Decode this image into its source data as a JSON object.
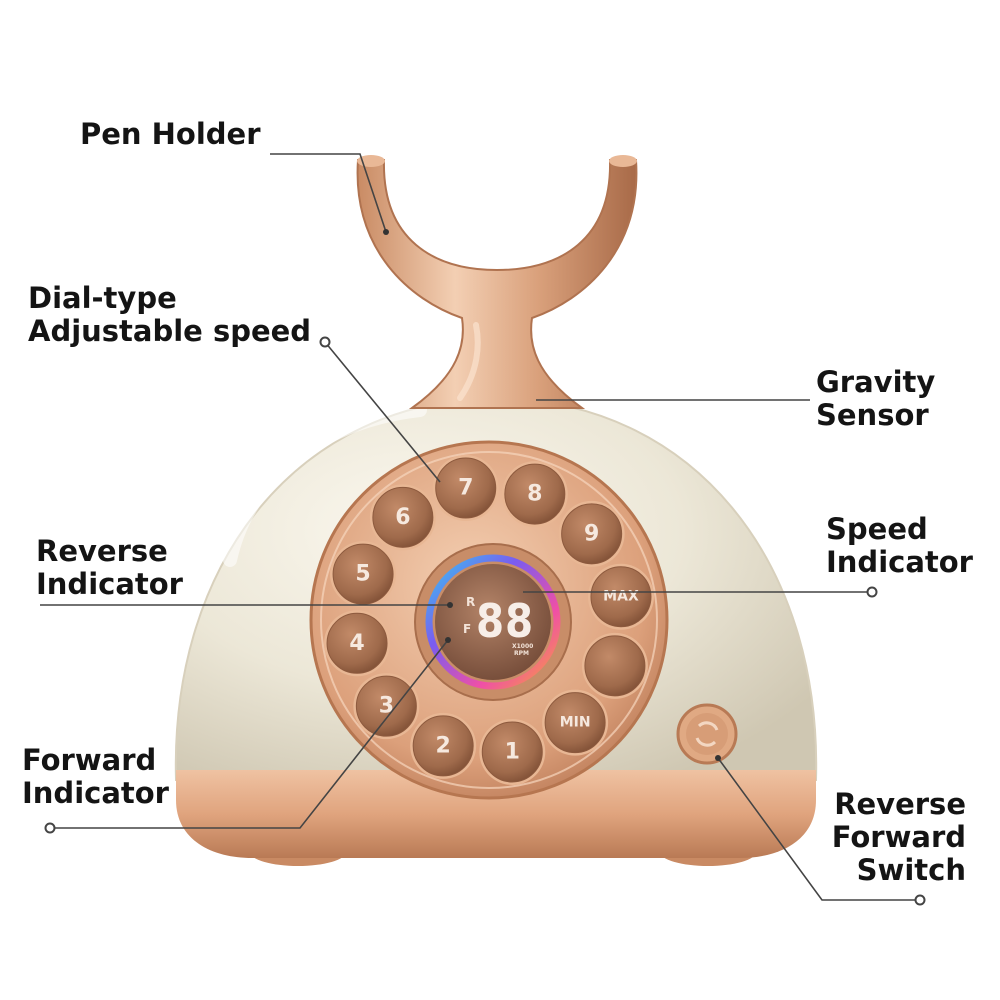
{
  "callouts": {
    "pen_holder": {
      "lines": [
        "Pen Holder"
      ]
    },
    "dial_speed": {
      "lines": [
        "Dial-type",
        "Adjustable speed"
      ]
    },
    "gravity_sensor": {
      "lines": [
        "Gravity",
        "Sensor"
      ]
    },
    "reverse_indicator": {
      "lines": [
        "Reverse",
        "Indicator"
      ]
    },
    "speed_indicator": {
      "lines": [
        "Speed",
        "Indicator"
      ]
    },
    "forward_indicator": {
      "lines": [
        "Forward",
        "Indicator"
      ]
    },
    "reverse_forward_switch": {
      "lines": [
        "Reverse",
        "Forward",
        "Switch"
      ]
    }
  },
  "dial": {
    "buttons": [
      "7",
      "8",
      "9",
      "MAX",
      "",
      "MIN",
      "1",
      "2",
      "3",
      "4",
      "5",
      "6"
    ]
  },
  "display": {
    "digits": "88",
    "reverse_letter": "R",
    "forward_letter": "F",
    "unit_multiplier": "X1000",
    "unit": "RPM"
  },
  "colors": {
    "body_cream": "#ece7d8",
    "rose_gold": "#d69a73",
    "button_brown": "#a77151",
    "callout_line": "#444444"
  }
}
